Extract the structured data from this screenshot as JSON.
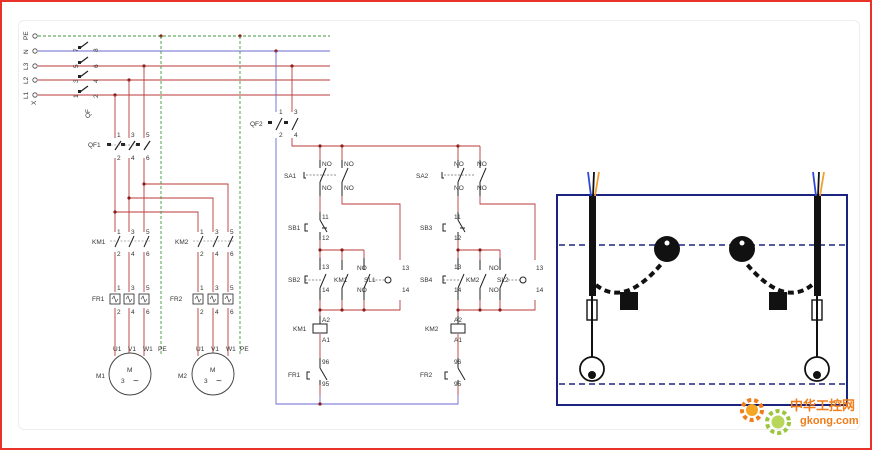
{
  "power": {
    "lines": [
      "PE",
      "N",
      "L3",
      "L2",
      "L1"
    ],
    "x_label": "X",
    "qf0": "QF",
    "qf0_pins_top": [
      "1",
      "3",
      "5",
      "7"
    ],
    "qf0_pins_bottom": [
      "2",
      "4",
      "6",
      "8"
    ]
  },
  "motor1": {
    "qf": "QF1",
    "km": "KM1",
    "fr": "FR1",
    "motor": "M1",
    "pins_a": [
      "1",
      "3",
      "5"
    ],
    "pins_b": [
      "2",
      "4",
      "6"
    ],
    "terms": [
      "U1",
      "V1",
      "W1",
      "PE"
    ],
    "m": "M",
    "phase": "3",
    "wave": "~"
  },
  "motor2": {
    "km": "KM2",
    "fr": "FR2",
    "motor": "M2",
    "pins_a": [
      "1",
      "3",
      "5"
    ],
    "pins_b": [
      "2",
      "4",
      "6"
    ],
    "terms": [
      "U1",
      "V1",
      "W1",
      "PE"
    ],
    "m": "M",
    "phase": "3",
    "wave": "~"
  },
  "control": {
    "qf2": "QF2",
    "qf2_top": [
      "1",
      "3"
    ],
    "qf2_bottom": [
      "2",
      "4"
    ],
    "c1": {
      "sa": "SA1",
      "sb1": "SB1",
      "sb2": "SB2",
      "km_aux": "KM1",
      "sl": "SL1",
      "coil": "KM1",
      "fr": "FR1",
      "no": "NO",
      "n11": "11",
      "n12": "12",
      "n13": "13",
      "n14": "14",
      "a2": "A2",
      "a1": "A1",
      "n96": "96",
      "n95": "95"
    },
    "c2": {
      "sa": "SA2",
      "sb1": "SB3",
      "sb2": "SB4",
      "km_aux": "KM2",
      "sl": "SL2",
      "coil": "KM2",
      "fr": "FR2",
      "no": "NO",
      "n11": "11",
      "n12": "12",
      "n13": "13",
      "n14": "14",
      "a2": "A2",
      "a1": "A1",
      "n96": "96",
      "n95": "95"
    }
  },
  "watermark": {
    "cn": "中华工控网",
    "url": "gkong.com"
  },
  "colors": {
    "frame": "#e8322a",
    "red": "#b83a3a",
    "blue": "#6a6ad0",
    "green": "#3c9a3c",
    "navy": "#1a237e",
    "watermark": "#f07d1a"
  }
}
